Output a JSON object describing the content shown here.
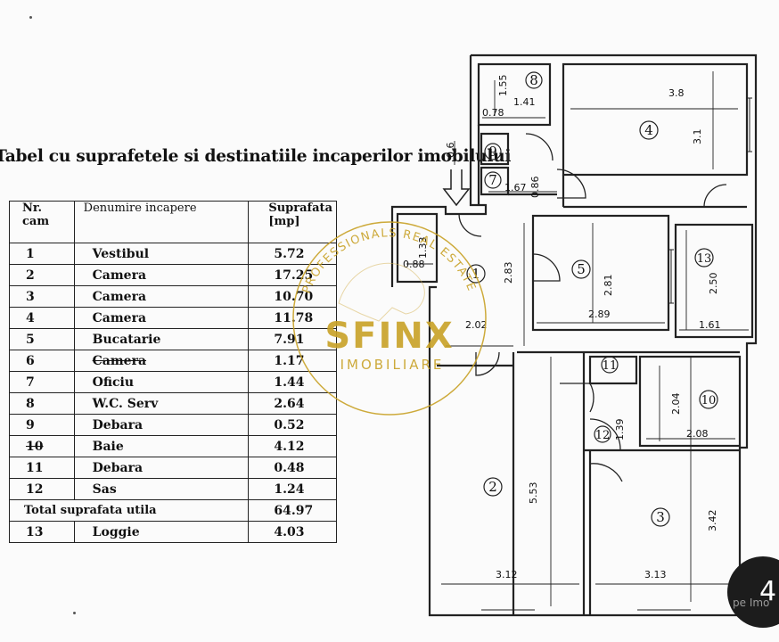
{
  "title": "Tabel cu suprafetele si destinatiile incaperilor imobilului",
  "table": {
    "headers": {
      "nr": "Nr. cam",
      "name": "Denumire incapere",
      "area": "Suprafata [mp]"
    },
    "rows": [
      {
        "nr": "1",
        "name": "Vestibul",
        "area": "5.72"
      },
      {
        "nr": "2",
        "name": "Camera",
        "area": "17.25"
      },
      {
        "nr": "3",
        "name": "Camera",
        "area": "10.70"
      },
      {
        "nr": "4",
        "name": "Camera",
        "area": "11.78"
      },
      {
        "nr": "5",
        "name": "Bucatarie",
        "area": "7.91"
      },
      {
        "nr": "6",
        "name": "Camera",
        "area": "1.17"
      },
      {
        "nr": "7",
        "name": "Oficiu",
        "area": "1.44"
      },
      {
        "nr": "8",
        "name": "W.C. Serv",
        "area": "2.64"
      },
      {
        "nr": "9",
        "name": "Debara",
        "area": "0.52"
      },
      {
        "nr": "10",
        "name": "Baie",
        "area": "4.12"
      },
      {
        "nr": "11",
        "name": "Debara",
        "area": "0.48"
      },
      {
        "nr": "12",
        "name": "Sas",
        "area": "1.24"
      }
    ],
    "total": {
      "label": "Total suprafata utila",
      "area": "64.97"
    },
    "extra": {
      "nr": "13",
      "name": "Loggie",
      "area": "4.03"
    }
  },
  "plan": {
    "room_labels": [
      "1",
      "2",
      "3",
      "4",
      "5",
      "7",
      "8",
      "9",
      "10",
      "11",
      "12",
      "13"
    ],
    "dimensions": {
      "d1_55": "1.55",
      "d1_41": "1.41",
      "d0_78": "0.78",
      "d0_6": "0.6",
      "d3_8": "3.8",
      "d3_1": "3.1",
      "d1_67": "1.67",
      "d0_86": "0.86",
      "d1_33": "1.33",
      "d0_88": "0.88",
      "d2_83": "2.83",
      "d2_02": "2.02",
      "d2_81": "2.81",
      "d2_89": "2.89",
      "d2_50": "2.50",
      "d1_61": "1.61",
      "d2_04": "2.04",
      "d2_08": "2.08",
      "d1_39": "1.39",
      "d5_53": "5.53",
      "d3_42": "3.42",
      "d3_12": "3.12",
      "d3_13": "3.13"
    }
  },
  "watermark": {
    "arc_text": "PROFESSIONALS REAL ESTATE",
    "brand": "SFINX",
    "sub": "IMOBILIARE",
    "color": "#c9a227"
  },
  "corner": {
    "number": "4",
    "text": "pe Imo"
  }
}
